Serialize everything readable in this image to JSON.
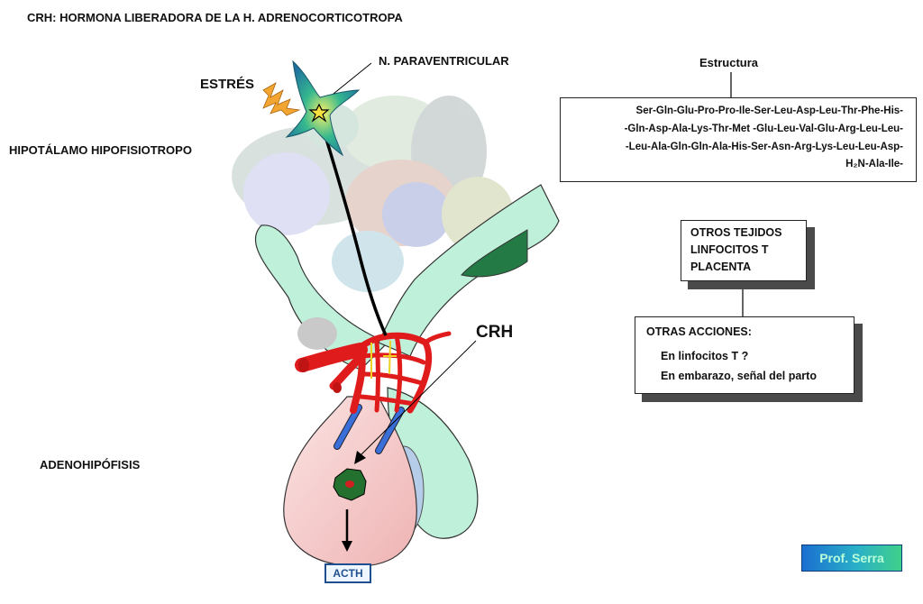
{
  "title": "CRH: HORMONA LIBERADORA DE LA H. ADRENOCORTICOTROPA",
  "labels": {
    "estres": "ESTRÉS",
    "nucleo": "N. PARAVENTRICULAR",
    "hipotalamo": "HIPOTÁLAMO HIPOFISIOTROPO",
    "adenohipofisis": "ADENOHIPÓFISIS",
    "crh": "CRH",
    "acth": "ACTH"
  },
  "estructura": {
    "title": "Estructura",
    "lines": [
      "Ser-Gln-Glu-Pro-Pro-Ile-Ser-Leu-Asp-Leu-Thr-Phe-His-",
      "-Gln-Asp-Ala-Lys-Thr-Met -Glu-Leu-Val-Glu-Arg-Leu-Leu-",
      "-Leu-Ala-Gln-Gln-Ala-His-Ser-Asn-Arg-Lys-Leu-Leu-Asp-",
      "H₂N-Ala-Ile-"
    ]
  },
  "otros_tejidos": [
    "OTROS TEJIDOS",
    "LINFOCITOS T",
    "PLACENTA"
  ],
  "otras_acciones": {
    "title": "OTRAS ACCIONES:",
    "items": [
      "En linfocitos T ?",
      "En embarazo, señal del parto"
    ]
  },
  "badge": "Prof. Serra",
  "colors": {
    "neuron": "#2aa58a",
    "vessels": "#e01b1b",
    "portal_veins": "#3a6fd8",
    "pituitary": "#f4c4c4",
    "stalk": "#bff0da"
  }
}
